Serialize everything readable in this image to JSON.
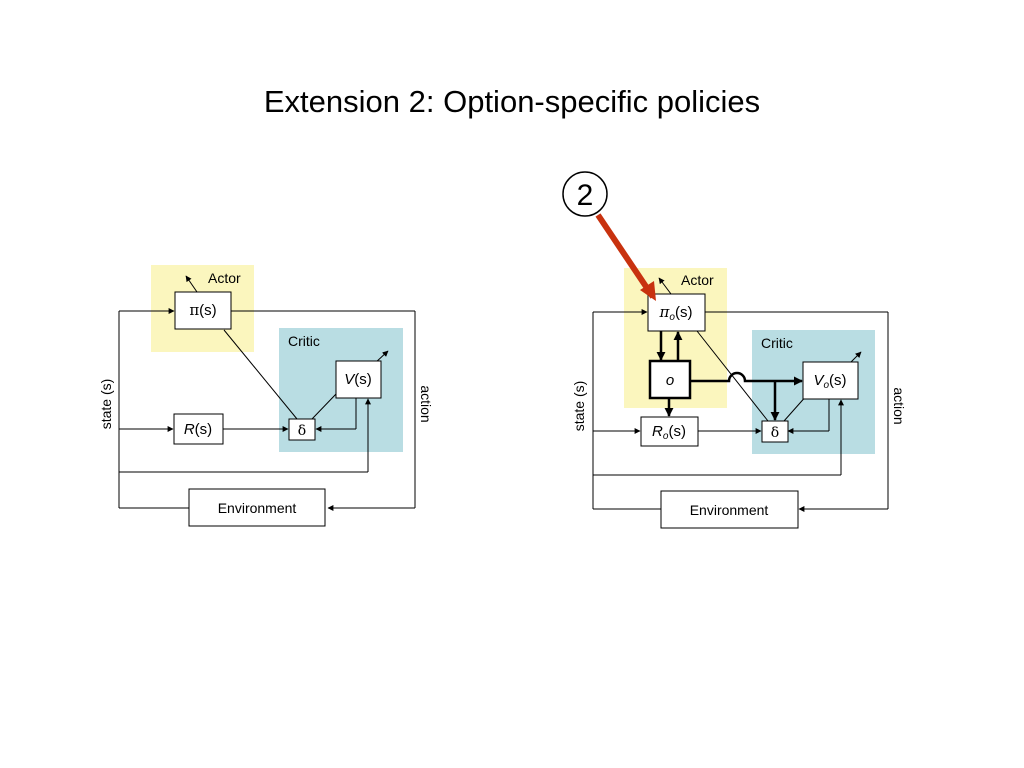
{
  "slide": {
    "title": "Extension 2: Option-specific policies"
  },
  "callout": {
    "number": "2"
  },
  "diagram_left": {
    "actor_label": "Actor",
    "critic_label": "Critic",
    "policy": {
      "sym": "π",
      "arg": "(s)"
    },
    "value": {
      "sym": "V",
      "arg": "(s)"
    },
    "reward": {
      "sym": "R",
      "arg": "(s)"
    },
    "delta": "δ",
    "environment": "Environment",
    "state_label": "state (s)",
    "action_label": "action"
  },
  "diagram_right": {
    "actor_label": "Actor",
    "critic_label": "Critic",
    "policy": {
      "sym": "π",
      "sub": "o",
      "arg": "(s)"
    },
    "option": "o",
    "value": {
      "sym": "V",
      "sub": "o",
      "arg": "(s)"
    },
    "reward": {
      "sym": "R",
      "sub": "o",
      "arg": "(s)"
    },
    "delta": "δ",
    "environment": "Environment",
    "state_label": "state (s)",
    "action_label": "action"
  },
  "colors": {
    "actor_bg": "#fbf6be",
    "critic_bg": "#b9dde3",
    "callout_arrow": "#c8320f"
  }
}
